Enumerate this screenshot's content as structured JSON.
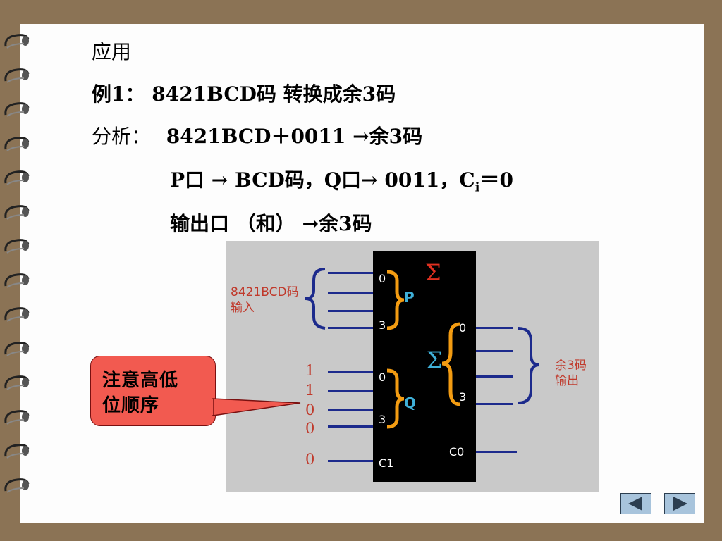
{
  "slide": {
    "heading": "应用",
    "example": "例1： 8421BCD码 转换成余3码",
    "analysis_label": "分析：",
    "analysis_text": "8421BCD＋0011 →余3码",
    "line3_a": "P口 → BCD码，Q口→ 0011，C",
    "line3_sub": "i",
    "line3_b": "＝0",
    "line4": "输出口 （和） →余3码"
  },
  "diagram": {
    "input_label_top": "8421BCD码",
    "input_label_bottom": "输入",
    "output_label_top": "余3码",
    "output_label_bottom": "输出",
    "sigma": "Σ",
    "port_p": "P",
    "port_q": "Q",
    "pin_0": "0",
    "pin_3": "3",
    "pin_c1": "C1",
    "pin_c0": "C0",
    "q_bits": [
      "1",
      "1",
      "0",
      "0"
    ],
    "carry_bit": "0"
  },
  "callout": {
    "text": "注意高低\n位顺序"
  },
  "nav": {
    "prev": "previous-slide",
    "next": "next-slide"
  },
  "colors": {
    "accent_red": "#c0392b",
    "wire_blue": "#1c2a8c",
    "brace_orange": "#f39c12"
  }
}
